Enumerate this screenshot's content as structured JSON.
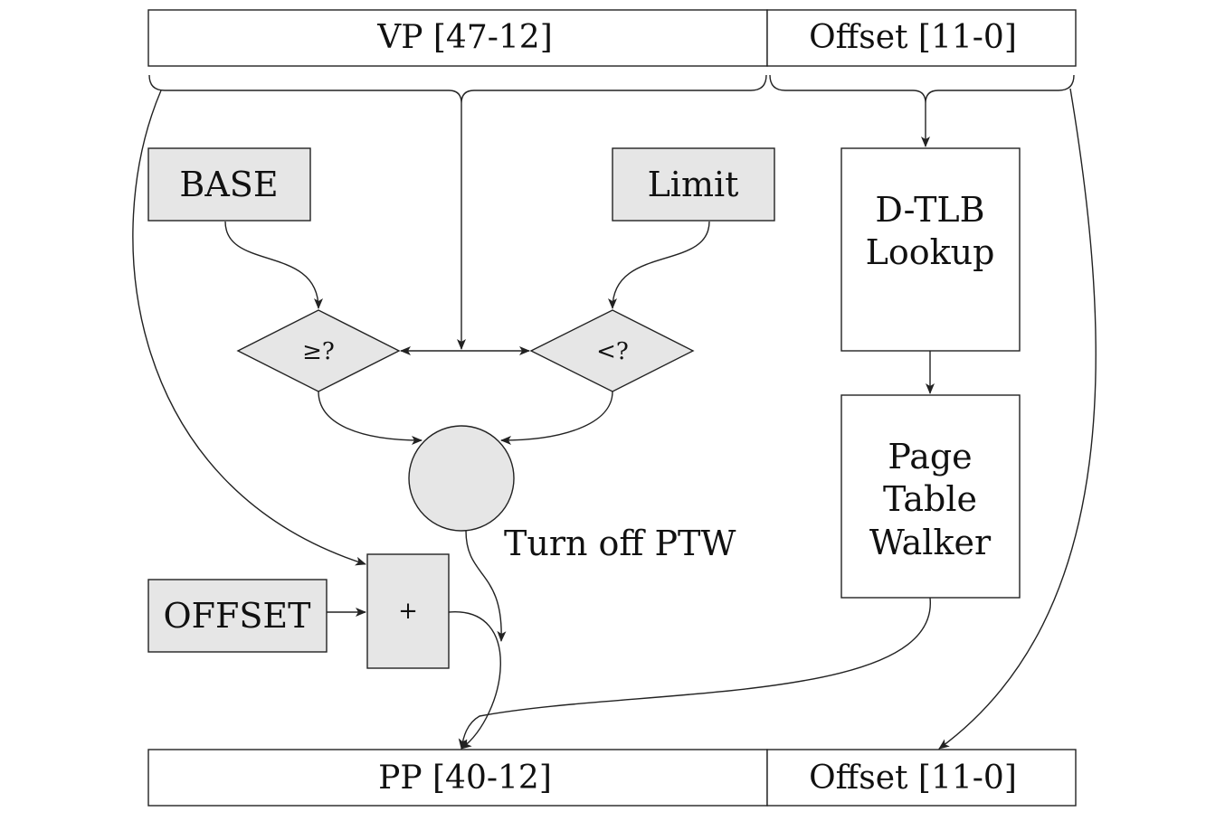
{
  "top_register": {
    "vp_label": "VP [47-12]",
    "offset_label": "Offset [11-0]"
  },
  "bottom_register": {
    "pp_label": "PP [40-12]",
    "offset_label": "Offset [11-0]"
  },
  "base_box": {
    "label": "BASE"
  },
  "limit_box": {
    "label": "Limit"
  },
  "ge_compare": {
    "label": "≥?"
  },
  "lt_compare": {
    "label": "<?"
  },
  "offset_box": {
    "label": "OFFSET"
  },
  "adder": {
    "label": "+"
  },
  "ptw_control": {
    "label": "Turn off PTW"
  },
  "dtlb_box": {
    "line1": "D-TLB",
    "line2": "Lookup"
  },
  "ptw_box": {
    "line1": "Page",
    "line2": "Table",
    "line3": "Walker"
  },
  "colors": {
    "shaded_fill": "#e6e6e6",
    "stroke": "#222222",
    "background": "#ffffff"
  }
}
